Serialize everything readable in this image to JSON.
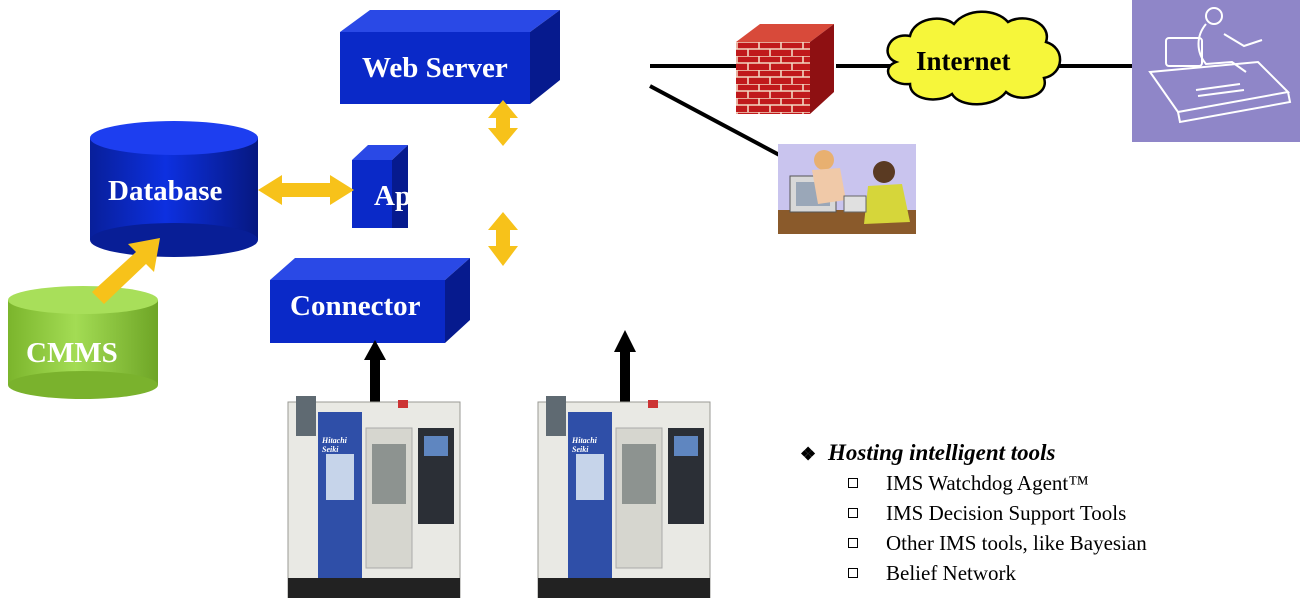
{
  "nodes": {
    "web_server": "Web Server",
    "database": "Database",
    "app": "Ap",
    "connector": "Connector",
    "cmms": "CMMS",
    "internet": "Internet"
  },
  "machine_brand": "Hitachi Seiki",
  "bullets": {
    "heading": "Hosting intelligent tools",
    "items": [
      "IMS Watchdog Agent™",
      "IMS Decision Support Tools",
      "Other IMS tools, like Bayesian",
      "Belief Network"
    ]
  },
  "colors": {
    "box_front": "#0a29c8",
    "box_top": "#2a49e6",
    "box_side": "#061a8e",
    "cylinder_blue": "#0b2bd0",
    "cylinder_green": "#8ecb3b",
    "arrow_yellow": "#f7c21a",
    "firewall_red": "#c0191b",
    "cloud_yellow": "#f6f63a",
    "panel_purple": "#8f86c8"
  }
}
